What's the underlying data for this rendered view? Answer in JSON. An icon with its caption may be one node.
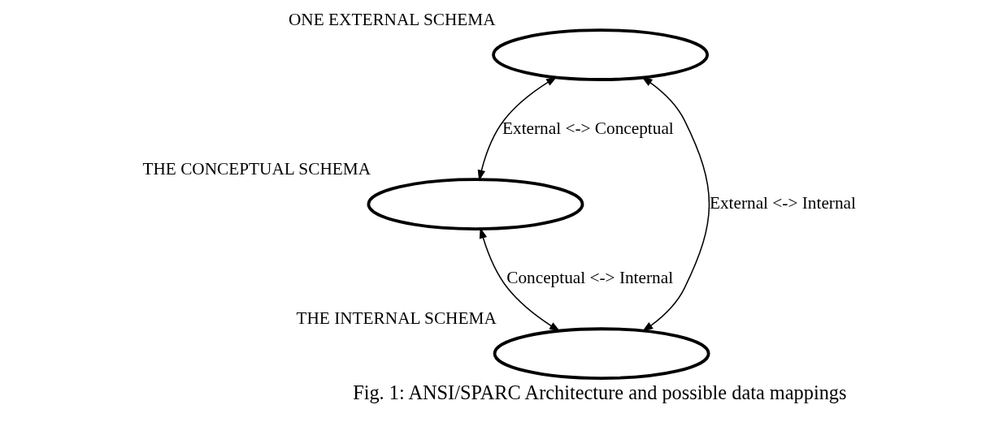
{
  "diagram": {
    "caption": "Fig. 1: ANSI/SPARC Architecture and possible data mappings",
    "nodes": [
      {
        "text": [],
        "shape": "ellipse",
        "beside": [
          "ONE EXTERNAL SCHEMA"
        ]
      },
      {
        "text": [],
        "shape": "ellipse",
        "beside": [
          "THE CONCEPTUAL SCHEMA"
        ]
      },
      {
        "text": [],
        "shape": "ellipse",
        "beside": [
          "THE INTERNAL SCHEMA"
        ]
      }
    ],
    "edges": [
      {
        "from": 0,
        "to": 1,
        "arrow": "both",
        "label": "External <-> Conceptual"
      },
      {
        "from": 0,
        "to": 2,
        "arrow": "both",
        "label": "External <-> Internal"
      },
      {
        "from": 1,
        "to": 2,
        "arrow": "both",
        "label": "Conceptual <-> Internal"
      }
    ]
  }
}
